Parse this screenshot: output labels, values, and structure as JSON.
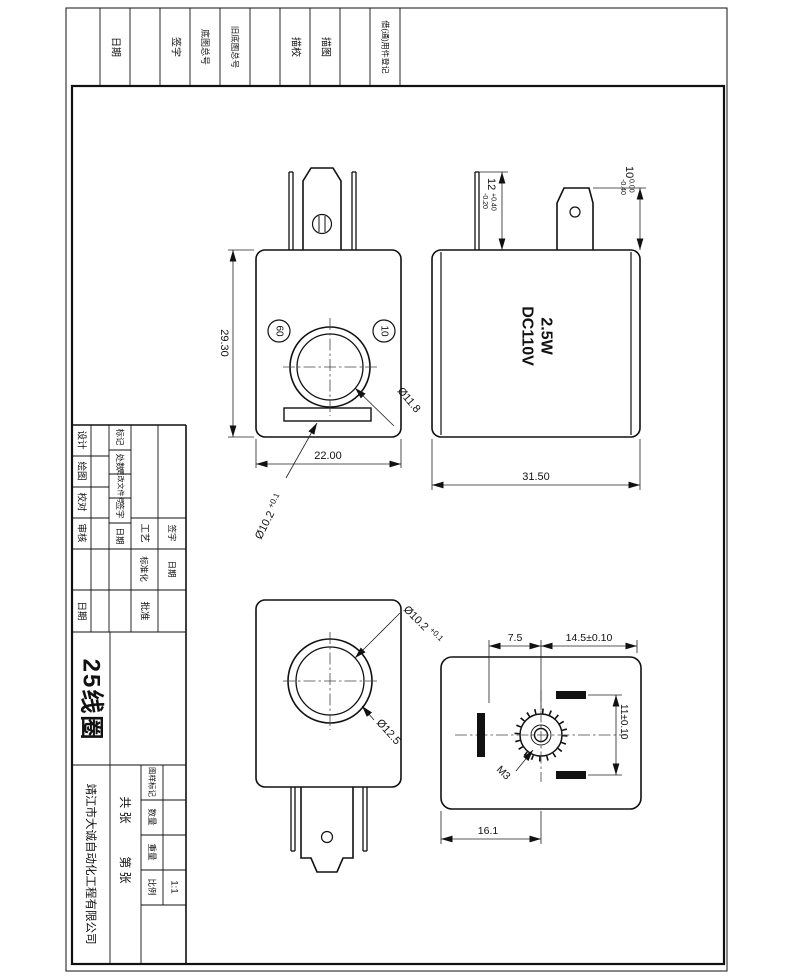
{
  "colors": {
    "ink": "#111111",
    "paper": "#ffffff"
  },
  "strip": {
    "labels": [
      "日期",
      "签字",
      "底图总号",
      "旧底图总号",
      "描校",
      "描图",
      "借(通)用件登记"
    ]
  },
  "title_block": {
    "roles": [
      "设计",
      "绘图",
      "校对",
      "审核"
    ],
    "rev_headers": [
      "标记",
      "处数",
      "更改文件号",
      "签字",
      "日期"
    ],
    "process": [
      "工艺",
      "标准化",
      "批准"
    ],
    "sign_label": "签字",
    "date_label": "日期",
    "part_name": "25线圈",
    "company": "靖江市大诚自动化工程有限公司",
    "sheets_total": "共  张",
    "sheet_number": "第  张",
    "info_labels": [
      "图样标记",
      "数量",
      "重量",
      "比例"
    ],
    "scale_value": "1:1"
  },
  "views": {
    "front_top": {
      "terminal_left": "60",
      "terminal_right": "10",
      "dim_height": "29.30",
      "dim_width": "22.00",
      "dia_label": "Ø11.8",
      "hole_dia": "Ø10.2",
      "hole_tol": "+0.1"
    },
    "side": {
      "marking_line1": "DC110V",
      "marking_line2": "2.5W",
      "dim_width": "31.50",
      "pin_len": "12",
      "pin_tol_up": "+0.40",
      "pin_tol_dn": "-0.20",
      "blade_len": "10",
      "blade_tol_up": "0.00",
      "blade_tol_dn": "-0.40"
    },
    "front_bottom": {
      "hole_dia": "Ø10.2",
      "hole_tol": "+0.1",
      "dia_inner": "Ø12.5"
    },
    "top_view": {
      "dim_a": "7.5",
      "dim_b": "14.5±0.10",
      "dim_c": "11±0.10",
      "dim_d": "16.1",
      "thread": "M3"
    }
  }
}
